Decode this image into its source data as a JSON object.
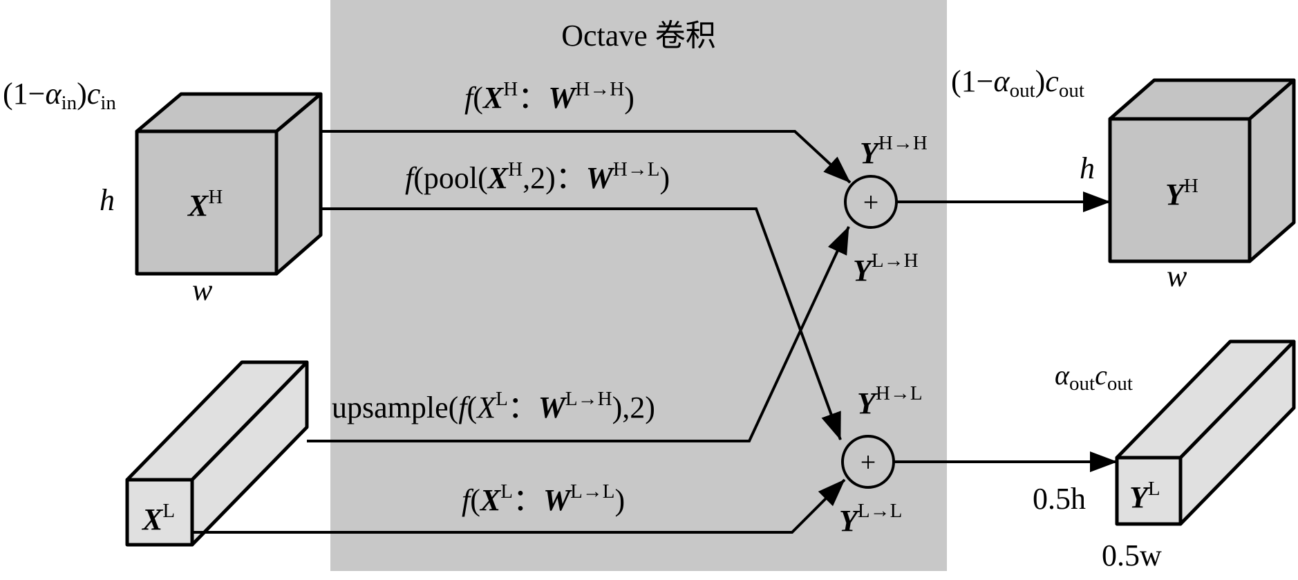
{
  "title": "Octave 卷积",
  "colors": {
    "panel": "#c8c8c8",
    "cube_high": "#c4c4c4",
    "cube_low": "#e0e0e0",
    "line": "#000000"
  },
  "input_high": {
    "channels": {
      "open": "(1−",
      "alpha": "α",
      "alpha_sub": "in",
      "close": ")",
      "c": "c",
      "c_sub": "in"
    },
    "height": "h",
    "width": "w",
    "name": "X",
    "sup": "H"
  },
  "input_low": {
    "name": "X",
    "sup": "L"
  },
  "output_high": {
    "channels": {
      "open": "(1−",
      "alpha": "α",
      "alpha_sub": "out",
      "close": ")",
      "c": "c",
      "c_sub": "out"
    },
    "height": "h",
    "width": "w",
    "name": "Y",
    "sup": "H"
  },
  "output_low": {
    "channels": {
      "alpha": "α",
      "alpha_sub": "out",
      "c": "c",
      "c_sub": "out"
    },
    "height": "0.5h",
    "width": "0.5w",
    "name": "Y",
    "sup": "L"
  },
  "paths": {
    "hh": {
      "f": "f",
      "open": "(",
      "x": "X",
      "x_sup": "H",
      "colon": "：",
      "w": "W",
      "w_sup": "H→H",
      "close": ")"
    },
    "hl": {
      "f": "f",
      "open": "(pool(",
      "x": "X",
      "x_sup": "H",
      "mid": ",2)",
      "colon": "：",
      "w": "W",
      "w_sup": "H→L",
      "close": ")"
    },
    "lh": {
      "pre": "upsample(",
      "f": "f",
      "open": "(",
      "x": "X",
      "x_sup": "L",
      "colon": "：",
      "w": "W",
      "w_sup": "L→H",
      "close": "),2)"
    },
    "ll": {
      "f": "f",
      "open": "(",
      "x": "X",
      "x_sup": "L",
      "colon": "：",
      "w": "W",
      "w_sup": "L→L",
      "close": ")"
    }
  },
  "sum_labels": {
    "y_hh": {
      "name": "Y",
      "sup": "H→H"
    },
    "y_lh": {
      "name": "Y",
      "sup": "L→H"
    },
    "y_hl": {
      "name": "Y",
      "sup": "H→L"
    },
    "y_ll": {
      "name": "Y",
      "sup": "L→L"
    }
  },
  "plus": "+"
}
